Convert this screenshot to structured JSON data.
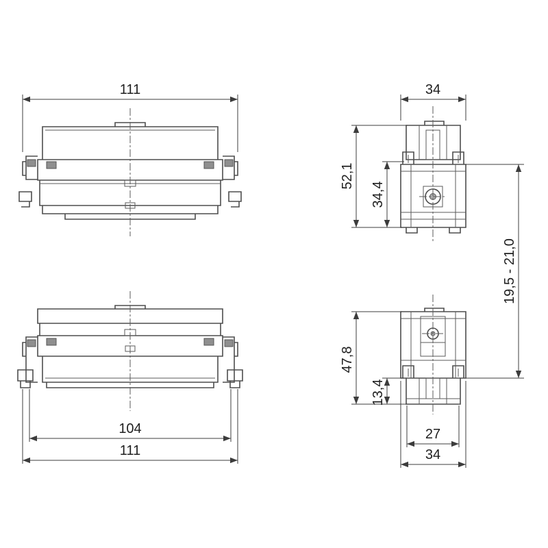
{
  "drawing": {
    "kind": "connector-housing-dimension-drawing",
    "dimensions": {
      "front_top_width": "111",
      "side_top_width": "34",
      "side_top_height_total": "52,1",
      "side_top_height_body": "34,4",
      "panel_range": "19,5 - 21,0",
      "front_bottom_width_inner": "104",
      "front_bottom_width_outer": "111",
      "side_bottom_height_total": "47,8",
      "side_bottom_height_lower": "13,4",
      "side_bottom_width_inner": "27",
      "side_bottom_width_outer": "34"
    }
  }
}
